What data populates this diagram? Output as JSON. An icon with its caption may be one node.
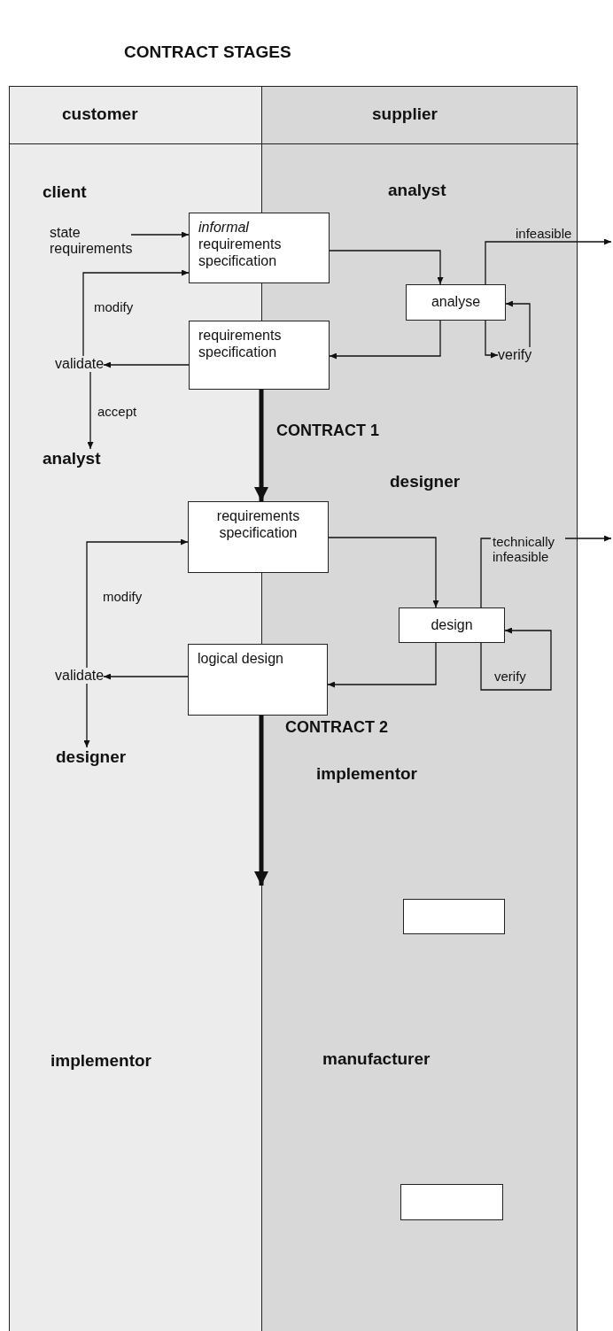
{
  "diagram": {
    "title": "CONTRACT STAGES",
    "nodes": [
      {
        "text": [
          "state requirements"
        ]
      },
      {
        "text": [
          "*informal* requirements specification"
        ]
      },
      {
        "text": [
          "analyse"
        ]
      },
      {
        "text": [
          "requirements specification"
        ]
      },
      {
        "text": [
          "validate"
        ]
      },
      {
        "text": [
          "verify"
        ]
      },
      {
        "text": [
          "requirements specification"
        ]
      },
      {
        "text": [
          "design"
        ]
      },
      {
        "text": [
          "logical design"
        ]
      },
      {
        "text": [
          "validate"
        ]
      },
      {
        "text": [],
        "shape": "box"
      },
      {
        "text": [],
        "shape": "box"
      },
      {
        "text": [
          "analyst"
        ]
      },
      {
        "text": [
          "designer"
        ]
      }
    ],
    "edges": [
      {
        "from": 0,
        "to": 1,
        "arrow": "to"
      },
      {
        "from": 1,
        "to": 2,
        "arrow": "to"
      },
      {
        "from": 2,
        "to": 3,
        "arrow": "to"
      },
      {
        "from": 2,
        "to": 5,
        "arrow": "to"
      },
      {
        "from": 5,
        "to": 2,
        "arrow": "to"
      },
      {
        "from": 2,
        "to": null,
        "arrow": "to",
        "label": "infeasible"
      },
      {
        "from": 3,
        "to": 4,
        "arrow": "to"
      },
      {
        "from": 4,
        "to": 1,
        "arrow": "to",
        "label": "modify"
      },
      {
        "from": 4,
        "to": 12,
        "arrow": "to",
        "label": "accept"
      },
      {
        "from": 3,
        "to": 6,
        "arrow": "to",
        "label": "CONTRACT 1",
        "style": "thick"
      },
      {
        "from": 6,
        "to": 7,
        "arrow": "to"
      },
      {
        "from": 7,
        "to": 8,
        "arrow": "to"
      },
      {
        "from": 7,
        "to": 7,
        "arrow": "to",
        "label": "verify"
      },
      {
        "from": 7,
        "to": null,
        "arrow": "to",
        "label": "technically infeasible"
      },
      {
        "from": 8,
        "to": 9,
        "arrow": "to"
      },
      {
        "from": 9,
        "to": 6,
        "arrow": "to",
        "label": "modify"
      },
      {
        "from": 9,
        "to": 13,
        "arrow": "to"
      },
      {
        "from": 8,
        "to": null,
        "arrow": "to",
        "label": "CONTRACT 2",
        "style": "thick"
      }
    ],
    "labels": [
      "customer",
      "supplier",
      "client",
      "analyst",
      "designer",
      "implementor",
      "implementor",
      "manufacturer"
    ]
  }
}
